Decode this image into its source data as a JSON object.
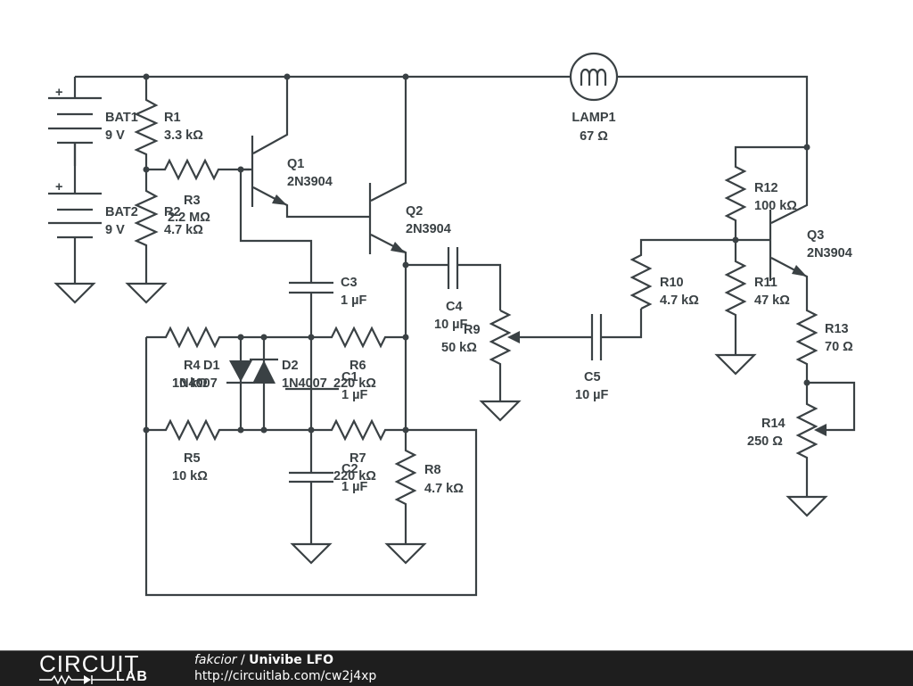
{
  "components": {
    "BAT1": {
      "ref": "BAT1",
      "value": "9 V"
    },
    "BAT2": {
      "ref": "BAT2",
      "value": "9 V"
    },
    "R1": {
      "ref": "R1",
      "value": "3.3 kΩ"
    },
    "R2": {
      "ref": "R2",
      "value": "4.7 kΩ"
    },
    "R3": {
      "ref": "R3",
      "value": "2.2 MΩ"
    },
    "Q1": {
      "ref": "Q1",
      "value": "2N3904"
    },
    "Q2": {
      "ref": "Q2",
      "value": "2N3904"
    },
    "Q3": {
      "ref": "Q3",
      "value": "2N3904"
    },
    "LAMP1": {
      "ref": "LAMP1",
      "value": "67 Ω"
    },
    "C1": {
      "ref": "C1",
      "value": "1 µF"
    },
    "C2": {
      "ref": "C2",
      "value": "1 µF"
    },
    "C3": {
      "ref": "C3",
      "value": "1 µF"
    },
    "C4": {
      "ref": "C4",
      "value": "10 µF"
    },
    "C5": {
      "ref": "C5",
      "value": "10 µF"
    },
    "D1": {
      "ref": "D1",
      "value": "1N4007"
    },
    "D2": {
      "ref": "D2",
      "value": "1N4007"
    },
    "R4": {
      "ref": "R4",
      "value": "10 kΩ"
    },
    "R5": {
      "ref": "R5",
      "value": "10 kΩ"
    },
    "R6": {
      "ref": "R6",
      "value": "220 kΩ"
    },
    "R7": {
      "ref": "R7",
      "value": "220 kΩ"
    },
    "R8": {
      "ref": "R8",
      "value": "4.7 kΩ"
    },
    "R9": {
      "ref": "R9",
      "value": "50 kΩ"
    },
    "R10": {
      "ref": "R10",
      "value": "4.7 kΩ"
    },
    "R11": {
      "ref": "R11",
      "value": "47 kΩ"
    },
    "R12": {
      "ref": "R12",
      "value": "100 kΩ"
    },
    "R13": {
      "ref": "R13",
      "value": "70 Ω"
    },
    "R14": {
      "ref": "R14",
      "value": "250 Ω"
    }
  },
  "symbols": {
    "plus": "+"
  },
  "footer": {
    "logo_top": "CIRCUIT",
    "logo_bottom": "LAB",
    "author": "fakcior",
    "separator": " / ",
    "title": "Univibe LFO",
    "url": "http://circuitlab.com/cw2j4xp"
  }
}
